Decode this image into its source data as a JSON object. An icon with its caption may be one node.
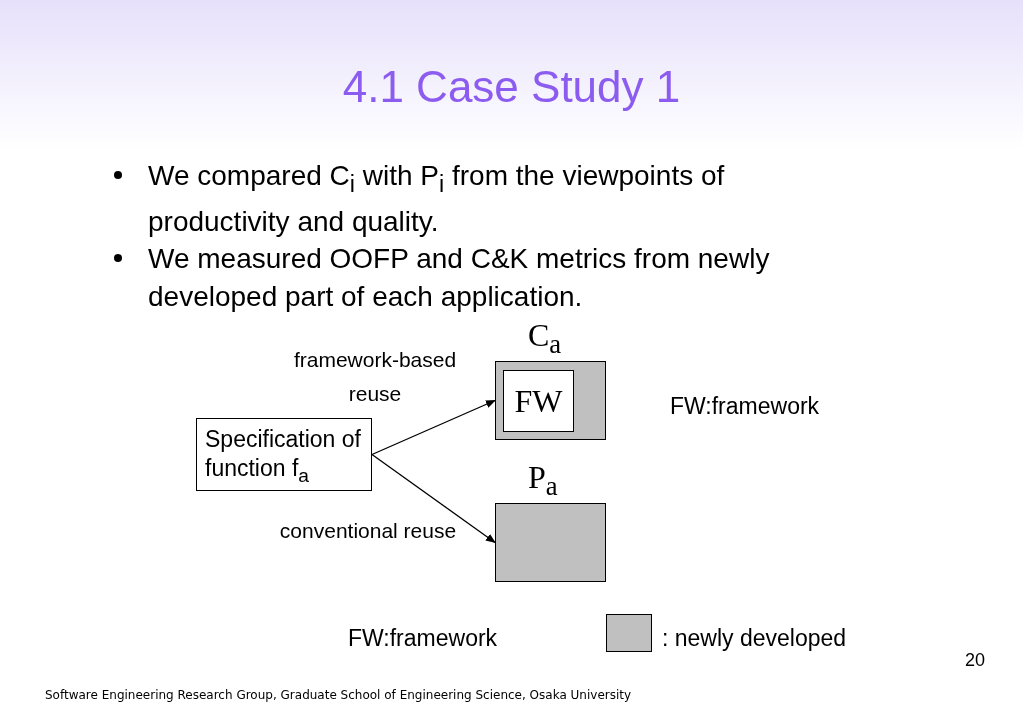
{
  "diagram": {
    "title": "4.1 Case Study 1",
    "nodes": [
      {
        "text": [
          "Specification of function f$_{a}$"
        ]
      },
      {
        "text": [
          "C$_{a}$"
        ]
      },
      {
        "text": [
          "FW"
        ],
        "in": 1
      },
      {
        "text": [
          "P$_{a}$"
        ]
      }
    ],
    "edges": [
      {
        "from": 0,
        "to": 1,
        "arrow": "to",
        "label": "framework-based reuse"
      },
      {
        "from": 0,
        "to": 3,
        "arrow": "to",
        "label": "conventional reuse"
      }
    ],
    "labels": [
      "We compared C$_{i}$ with P$_{i}$ from the viewpoints of productivity and quality.",
      "We measured OOFP and C&K metrics from newly developed part of each application.",
      "FW:framework",
      "FW:framework",
      "20",
      "Software Engineering Research Group, Graduate School of Engineering Science, Osaka University"
    ],
    "legend": [
      {
        "text": ": newly developed",
        "color": "#c0c0c0"
      }
    ]
  }
}
